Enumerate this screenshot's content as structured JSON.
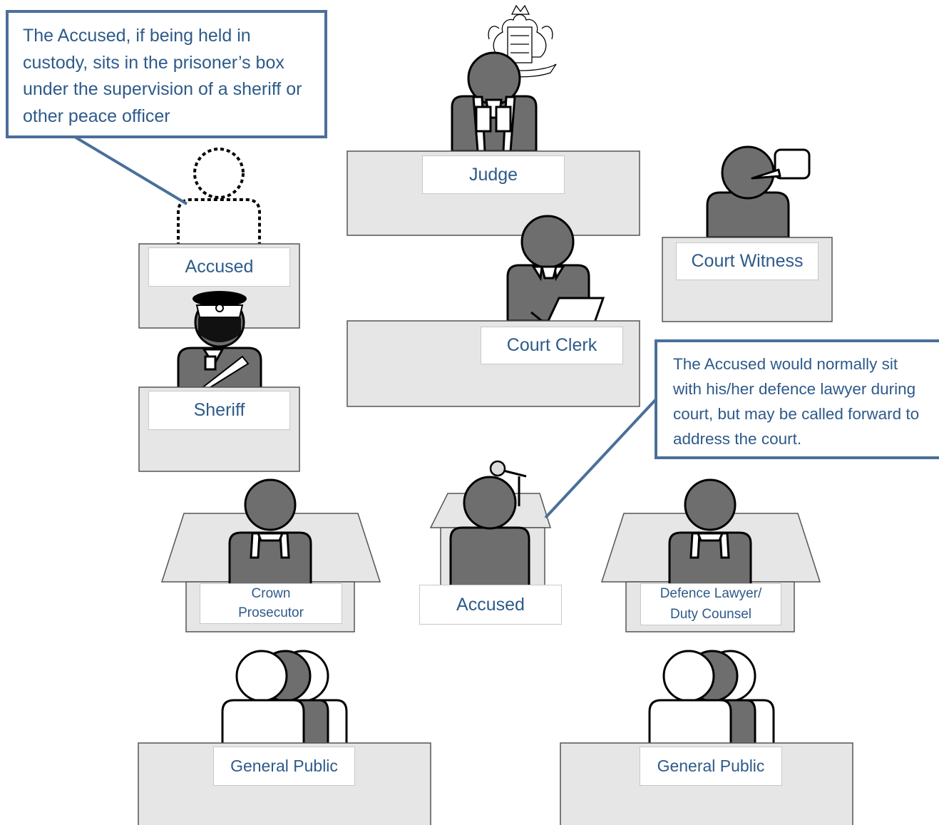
{
  "callouts": {
    "custody_note": "The Accused, if being held in custody, sits in the prisoner’s box under the supervision of a sheriff or other peace officer",
    "address_note": "The Accused would normally sit with his/her defence lawyer during court, but may be called forward to address the court."
  },
  "labels": {
    "judge": "Judge",
    "accused_box": "Accused",
    "court_witness": "Court Witness",
    "court_clerk": "Court Clerk",
    "sheriff": "Sheriff",
    "crown_line1": "Crown",
    "crown_line2": "Prosecutor",
    "accused_podium": "Accused",
    "defence_line1": "Defence Lawyer/",
    "defence_line2": "Duty Counsel",
    "public_left": "General Public",
    "public_right": "General Public"
  },
  "colors": {
    "figure_fill": "#6e6e6e",
    "desk_fill": "#e6e6e6",
    "callout_border": "#4a6f9a",
    "label_text": "#2e5a8a"
  },
  "icons": [
    "coat-of-arms-icon",
    "speech-bubble-icon",
    "microphone-icon",
    "sheriff-cap-icon"
  ]
}
